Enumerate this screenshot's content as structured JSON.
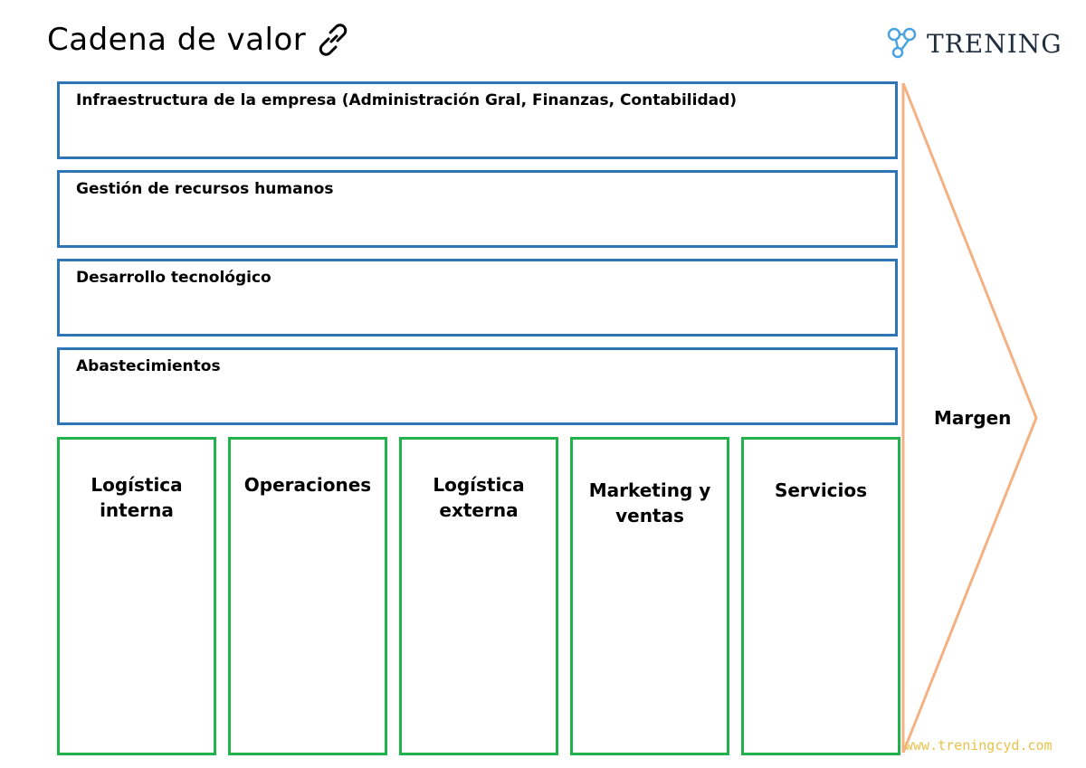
{
  "title": "Cadena de valor",
  "brand": {
    "name": "TRENING"
  },
  "support_activities": [
    {
      "label": "Infraestructura de la empresa (Administración Gral, Finanzas, Contabilidad)"
    },
    {
      "label": "Gestión de recursos humanos"
    },
    {
      "label": "Desarrollo tecnológico"
    },
    {
      "label": "Abastecimientos"
    }
  ],
  "primary_activities": [
    {
      "label": "Logística\ninterna"
    },
    {
      "label": "Operaciones"
    },
    {
      "label": "Logística\nexterna"
    },
    {
      "label": "Marketing y\nventas"
    },
    {
      "label": "Servicios"
    }
  ],
  "margin_label": "Margen",
  "footer_url": "www.treningcyd.com",
  "colors": {
    "support_border": "#2e75b6",
    "primary_border": "#22b24c",
    "margin_arrow": "#f4b183",
    "brand_icon": "#4aa3df",
    "footer_url": "#e8c24a"
  },
  "icons": {
    "title_icon": "link-icon",
    "brand_icon": "molecule-icon"
  }
}
